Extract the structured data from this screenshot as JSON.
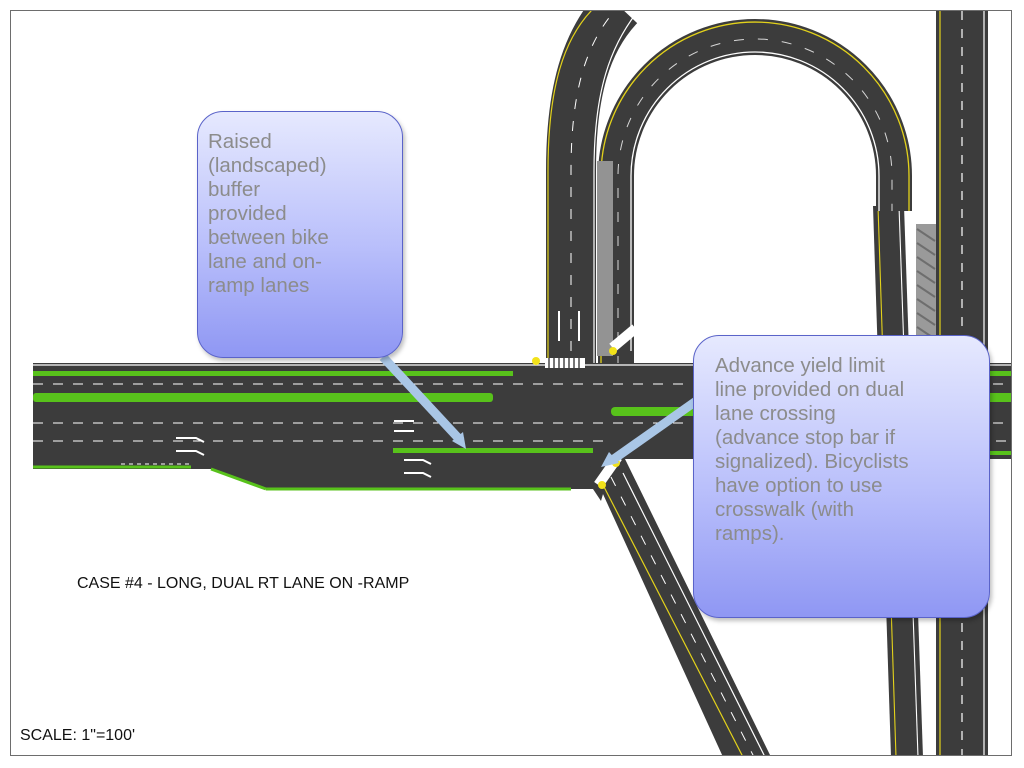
{
  "callouts": {
    "buffer": "Raised\n(landscaped)\nbuffer\nprovided\nbetween bike\nlane and on-\nramp lanes",
    "yield": "Advance yield limit\nline provided on dual\nlane crossing\n(advance stop bar if\nsignalized).  Bicyclists\nhave option to use\ncrosswalk (with\nramps)."
  },
  "labels": {
    "case_title": "CASE #4 - LONG, DUAL RT LANE ON -RAMP",
    "scale": "SCALE: 1\"=100'"
  },
  "colors": {
    "pavement": "#3c3c3c",
    "median": "#939393",
    "bike_lane": "#58c21b",
    "callout_fill": "#b3b9fa",
    "callout_border": "#5a63c9",
    "callout_text": "#8c8c8c",
    "pointer": "#a9c6e6",
    "edge_line": "#e3d21b"
  }
}
